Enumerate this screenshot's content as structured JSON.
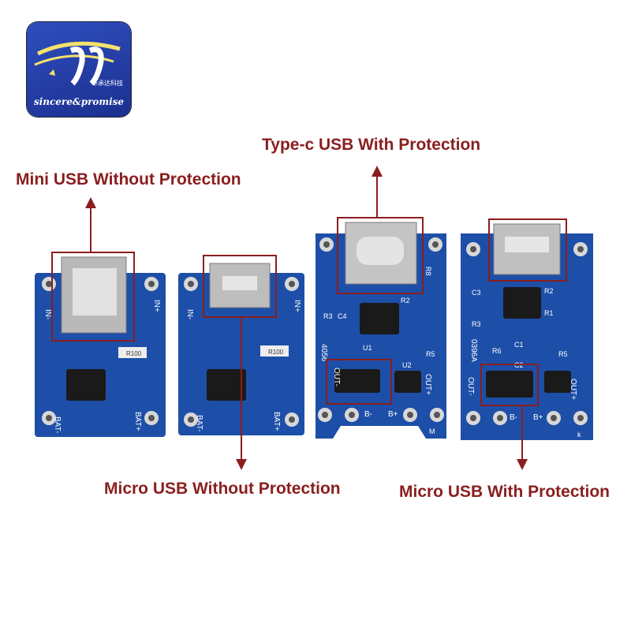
{
  "captions": {
    "mini": "Mini USB Without Protection",
    "typec": "Type-c USB With Protection",
    "micro_without": "Micro USB Without Protection",
    "micro_with": "Micro USB With Protection"
  },
  "logo": {
    "text": "sincere&promise",
    "cn_text": "奉承达科技"
  },
  "boards": [
    {
      "labels": {
        "in_minus": "IN-",
        "in_plus": "IN+",
        "bat_minus": "BAT-",
        "bat_plus": "BAT+",
        "r100": "R100"
      }
    },
    {
      "labels": {
        "in_minus": "IN-",
        "in_plus": "IN+",
        "bat_minus": "BAT-",
        "bat_plus": "BAT+",
        "r100": "R100"
      }
    },
    {
      "labels": {
        "r8": "R8",
        "r3": "R3",
        "c4": "C4",
        "r2": "R2",
        "r5": "R5",
        "u1": "U1",
        "u2": "U2",
        "code": "4056",
        "out_plus": "OUT+",
        "out_minus": "OUT-",
        "b_minus": "B-",
        "b_plus": "B+",
        "m": "M"
      }
    },
    {
      "labels": {
        "c3": "C3",
        "r3": "R3",
        "r2": "R2",
        "r1": "R1",
        "r6": "R6",
        "r5": "R5",
        "c1": "C1",
        "c2": "C2",
        "code": "0396A",
        "out_plus": "OUT+",
        "out_minus": "OUT-",
        "b_minus": "B-",
        "b_plus": "B+",
        "k": "k"
      }
    }
  ],
  "colors": {
    "caption": "#8a1e1e",
    "highlight_box": "#8a1e1e",
    "pcb": "#1d4fa8",
    "pcb_dark": "#123a82",
    "pad": "#d8d8d8",
    "chip": "#1a1a1a"
  }
}
